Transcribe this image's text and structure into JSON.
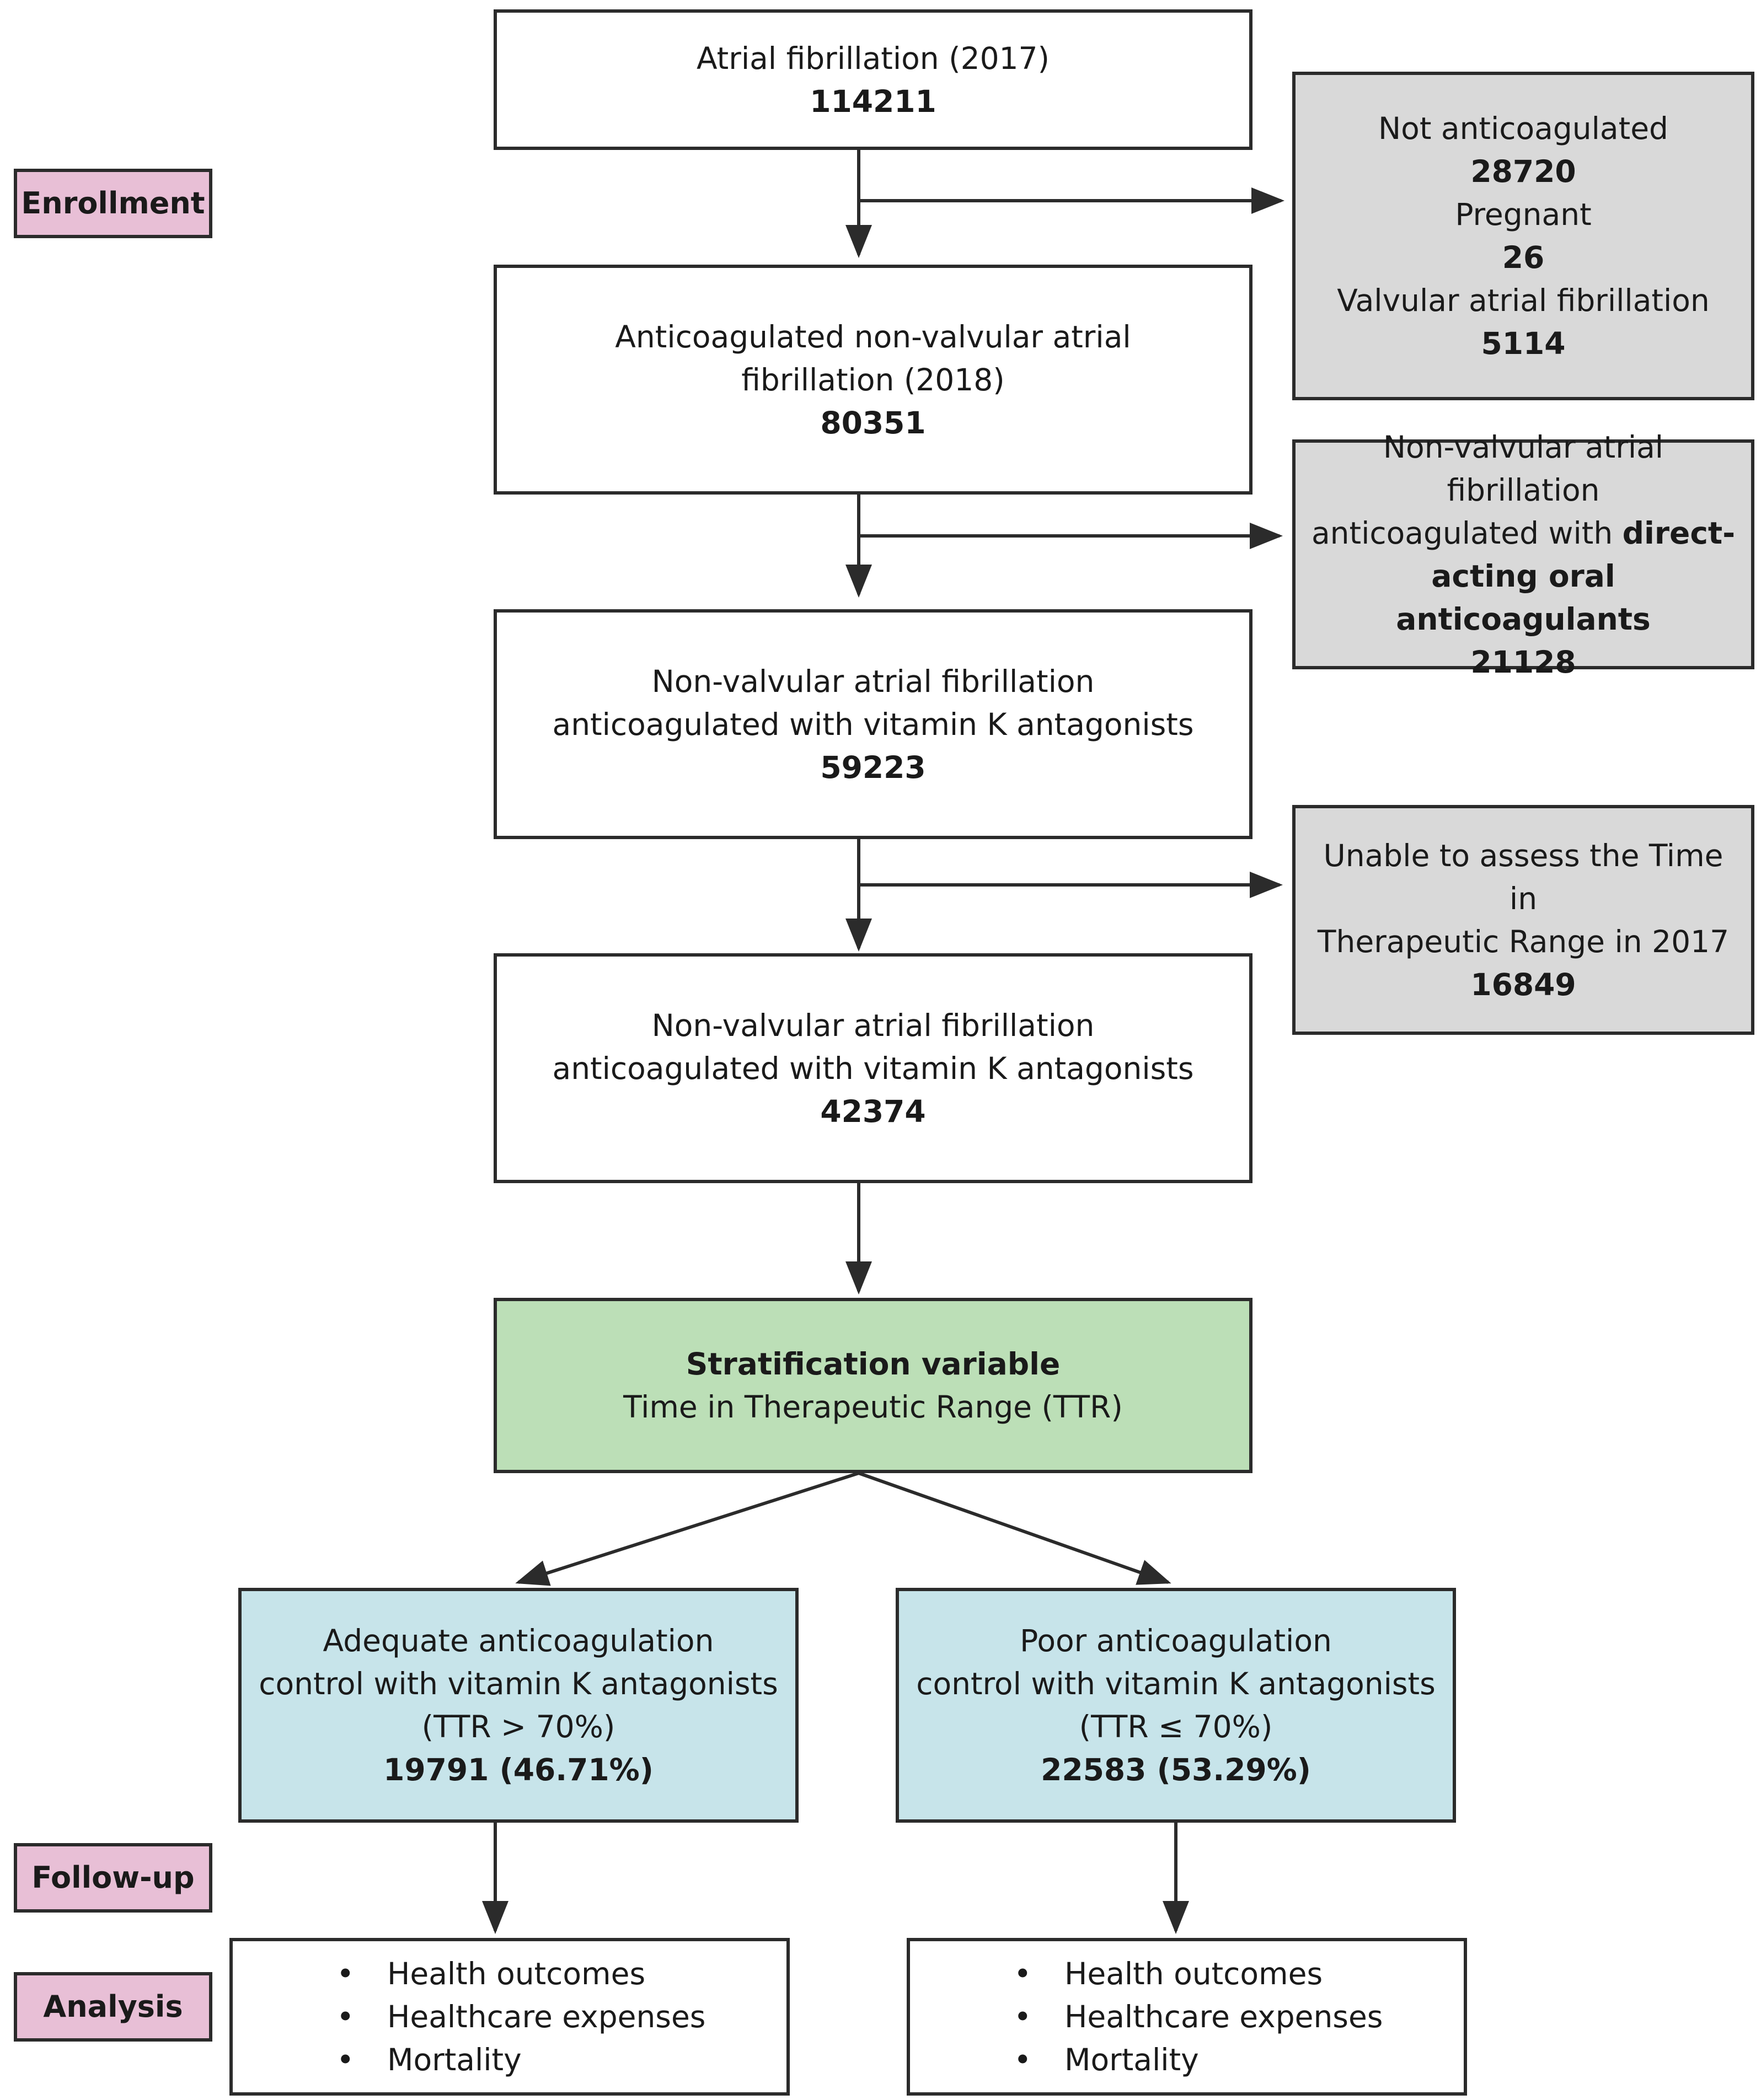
{
  "stages": {
    "enrollment": "Enrollment",
    "follow_up": "Follow-up",
    "analysis": "Analysis"
  },
  "boxes": {
    "af2017": {
      "label": "Atrial fibrillation (2017)",
      "count": "114211"
    },
    "excluded1": {
      "line1": "Not anticoagulated",
      "count1": "28720",
      "line2": "Pregnant",
      "count2": "26",
      "line3": "Valvular atrial fibrillation",
      "count3": "5114"
    },
    "anticoag2018": {
      "line1": "Anticoagulated non-valvular atrial",
      "line2": "fibrillation (2018)",
      "count": "80351"
    },
    "doac": {
      "line1": "Non-valvular atrial fibrillation",
      "line2_prefix": "anticoagulated with ",
      "line2_bold": "direct-",
      "line3_bold": "acting oral anticoagulants",
      "count": "21128"
    },
    "vka1": {
      "line1": "Non-valvular atrial fibrillation",
      "line2": "anticoagulated with vitamin K antagonists",
      "count": "59223"
    },
    "unable": {
      "line1": "Unable to assess the Time in",
      "line2": "Therapeutic Range in 2017",
      "count": "16849"
    },
    "vka2": {
      "line1": "Non-valvular atrial fibrillation",
      "line2": "anticoagulated with vitamin K antagonists",
      "count": "42374"
    },
    "stratification": {
      "title": "Stratification variable",
      "subtitle": "Time in Therapeutic Range (TTR)"
    },
    "adequate": {
      "line1": "Adequate anticoagulation",
      "line2": "control with vitamin K antagonists",
      "line3": "(TTR > 70%)",
      "count": "19791 (46.71%)"
    },
    "poor": {
      "line1": "Poor anticoagulation",
      "line2": "control with vitamin K antagonists",
      "line3": "(TTR ≤ 70%)",
      "count": "22583 (53.29%)"
    }
  },
  "outcomes": {
    "bullet": "•",
    "left": [
      "Health outcomes",
      "Healthcare expenses",
      "Mortality"
    ],
    "right": [
      "Health outcomes",
      "Healthcare expenses",
      "Mortality"
    ]
  },
  "colors": {
    "stage_label": "#e8bfd6",
    "excluded": "#d9d9d9",
    "stratification": "#bcdfb7",
    "groups": "#c7e4ea"
  }
}
